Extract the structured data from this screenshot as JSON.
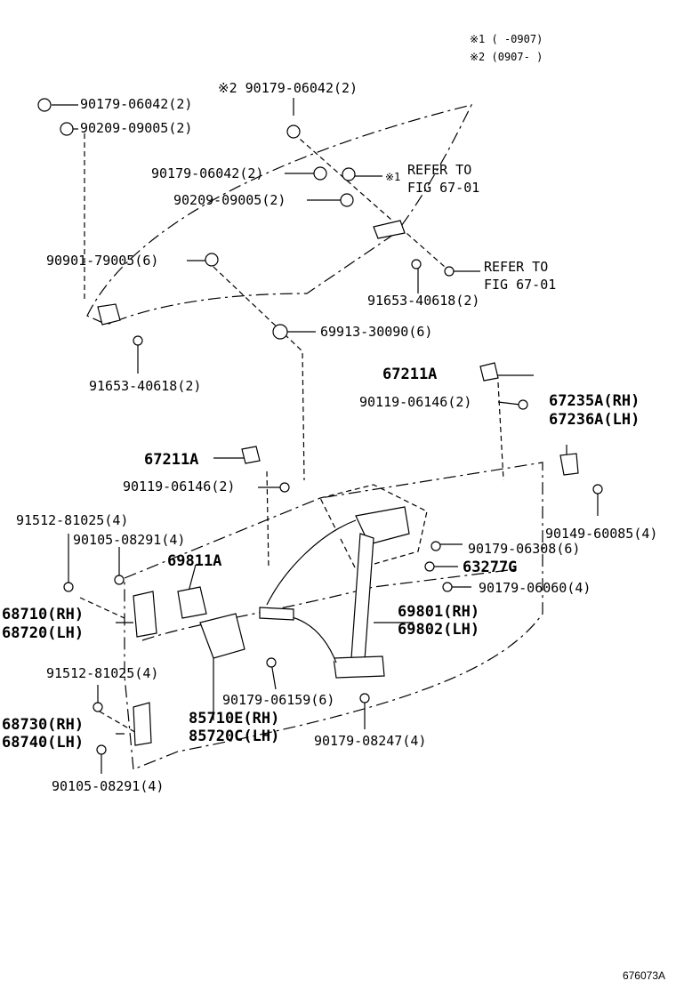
{
  "notes": [
    "※1 (   -0907)",
    "※2 (0907-   )"
  ],
  "figure_id": "676073A",
  "labels": {
    "p01": "90179-06042(2)",
    "p02": "90209-09005(2)",
    "p03": "※2 90179-06042(2)",
    "p04": "90179-06042(2)",
    "p05": "※1",
    "p06": "REFER TO",
    "p07": "FIG 67-01",
    "p08": "90209-09005(2)",
    "p09": "90901-79005(6)",
    "p10": "REFER TO",
    "p11": "FIG 67-01",
    "p12": "91653-40618(2)",
    "p13": "69913-30090(6)",
    "p14": "91653-40618(2)",
    "p15": "67211A",
    "p16": "90119-06146(2)",
    "p17": "67235A(RH)",
    "p18": "67236A(LH)",
    "p19": "67211A",
    "p20": "90119-06146(2)",
    "p21": "91512-81025(4)",
    "p22": "90105-08291(4)",
    "p23": "69811A",
    "p24": "90149-60085(4)",
    "p25": "90179-06308(6)",
    "p26": "63277G",
    "p27": "90179-06060(4)",
    "p28": "68710(RH)",
    "p29": "68720(LH)",
    "p30": "69801(RH)",
    "p31": "69802(LH)",
    "p32": "91512-81025(4)",
    "p33": "90179-06159(6)",
    "p34": "68730(RH)",
    "p35": "68740(LH)",
    "p36": "85710E(RH)",
    "p37": "85720C(LH)",
    "p38": "90179-08247(4)",
    "p39": "90105-08291(4)"
  }
}
